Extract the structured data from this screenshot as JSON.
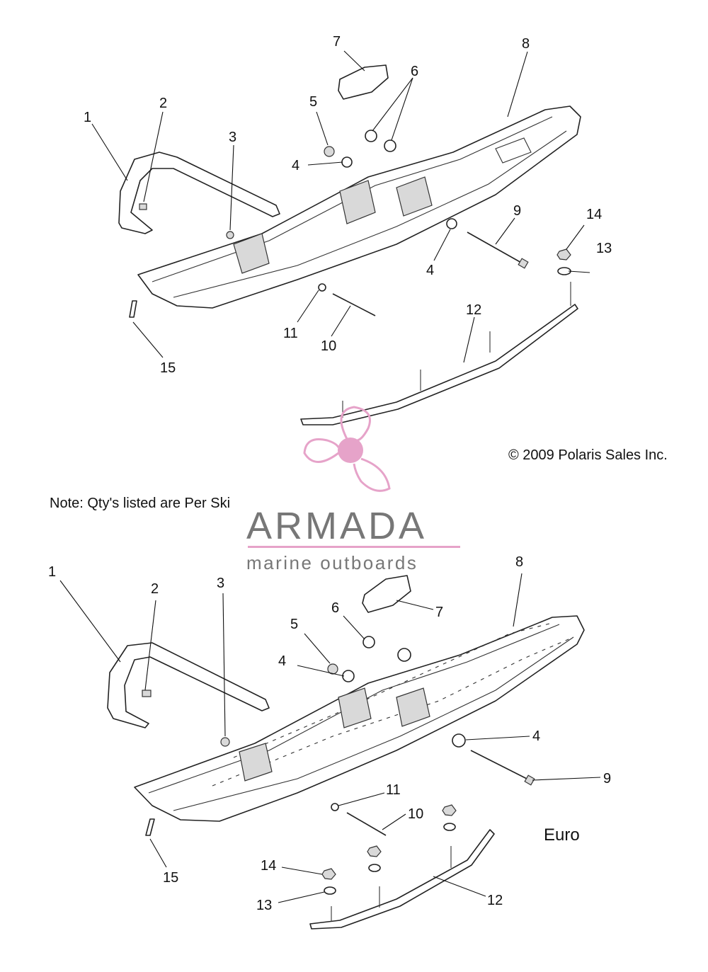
{
  "note": "Note: Qty's listed are Per Ski",
  "copyright": "© 2009 Polaris Sales Inc.",
  "variant_label": "Euro",
  "watermark": {
    "brand": "ARMADA",
    "tagline": "marine outboards"
  },
  "colors": {
    "line": "#222222",
    "watermark_pink": "#e6a3c9",
    "watermark_gray": "#777777"
  },
  "callouts": {
    "top": [
      "1",
      "2",
      "3",
      "4",
      "5",
      "6",
      "7",
      "8",
      "9",
      "4",
      "10",
      "11",
      "12",
      "13",
      "14",
      "15"
    ],
    "bottom": [
      "1",
      "2",
      "3",
      "4",
      "5",
      "6",
      "7",
      "8",
      "4",
      "9",
      "10",
      "11",
      "12",
      "13",
      "14",
      "15"
    ]
  }
}
